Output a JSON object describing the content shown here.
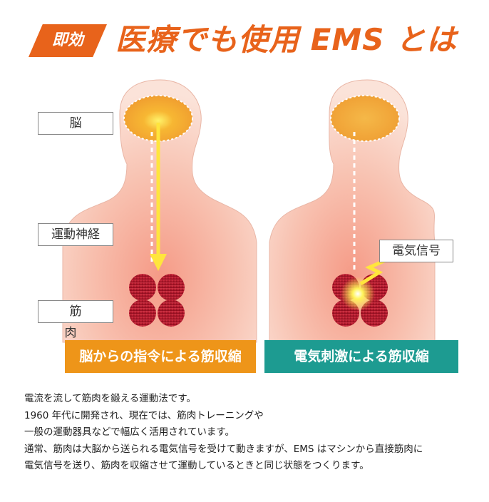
{
  "header": {
    "badge": "即効",
    "title": "医療でも使用 EMS とは"
  },
  "figures": {
    "labels": {
      "brain": "脳",
      "motor_nerve": "運動神経",
      "muscle": "筋　肉",
      "electric_signal": "電気信号"
    },
    "captions": {
      "left": "脳からの指令による筋収縮",
      "right": "電気刺激による筋収縮"
    }
  },
  "description": {
    "lines": [
      "電流を流して筋肉を鍛える運動法です。",
      "1960 年代に開発され、現在では、筋肉トレーニングや",
      "一般の運動器具などで幅広く活用されています。",
      "通常、筋肉は大脳から送られる電気信号を受けて動きますが、EMS はマシンから直接筋肉に",
      "電気信号を送り、筋肉を収縮させて運動しているときと同じ状態をつくります。"
    ]
  },
  "colors": {
    "accent_orange": "#e8631b",
    "caption_orange": "#ee9519",
    "caption_teal": "#1d9b91",
    "skin": "#f7c9b8",
    "muscle": "#b3112a",
    "brain": "#f0a93a"
  }
}
